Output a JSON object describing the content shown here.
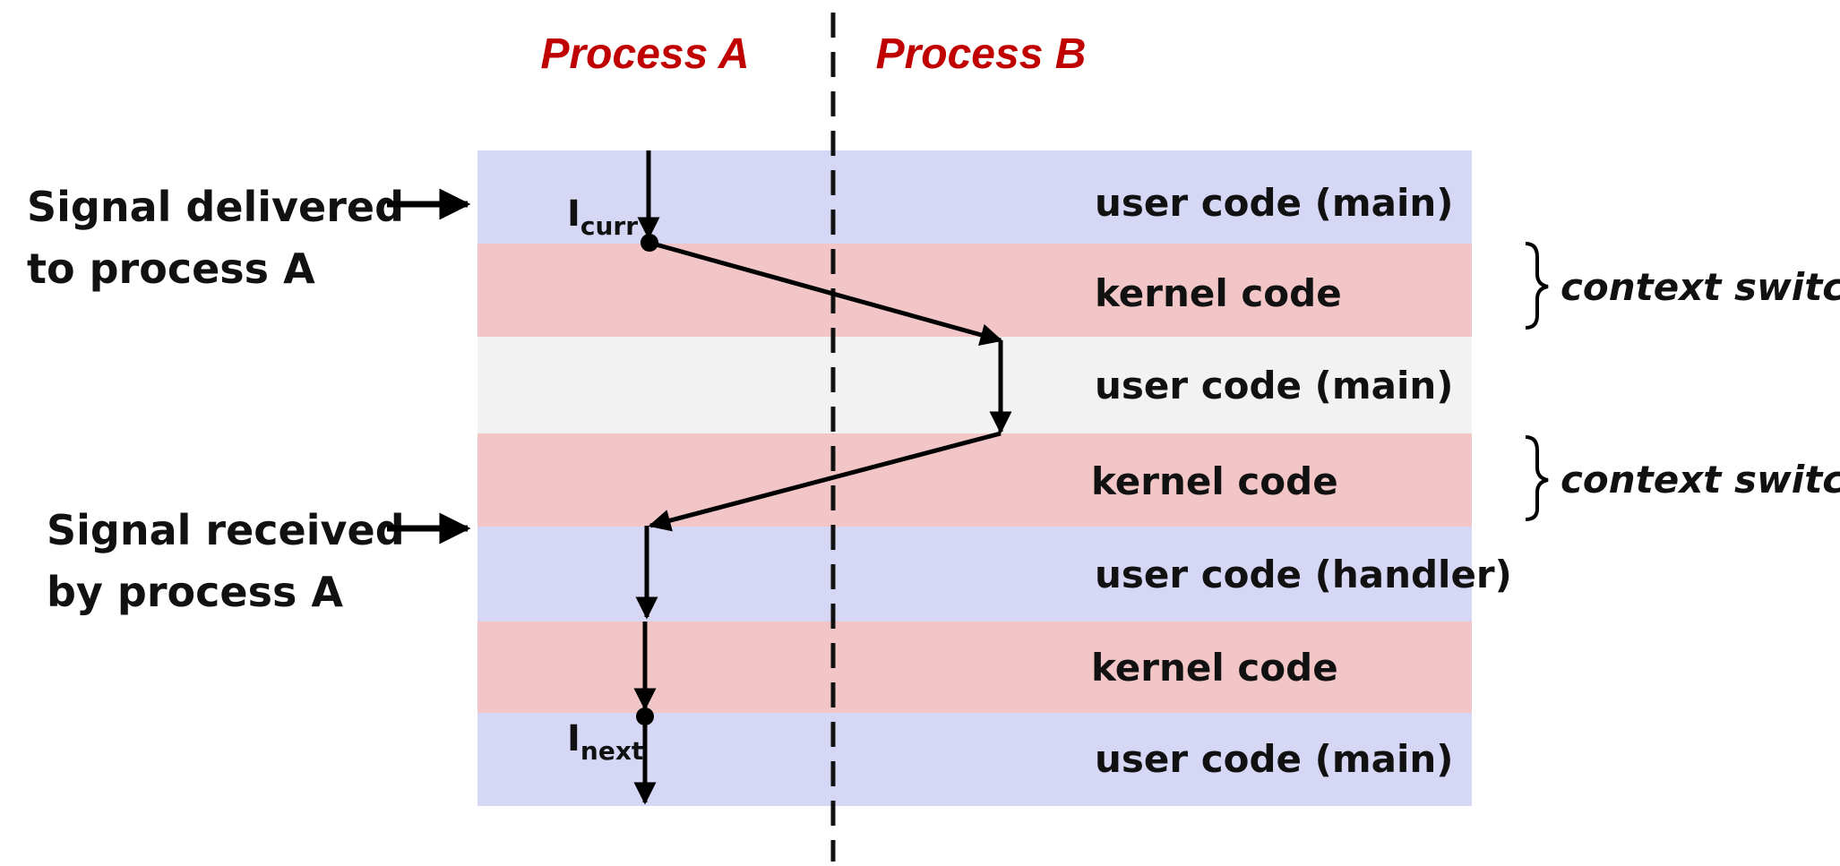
{
  "headers": {
    "process_a": "Process A",
    "process_b": "Process B",
    "color": "#c00000"
  },
  "bands": [
    {
      "label": "user code (main)",
      "kind": "user",
      "color": "#d6d6f5"
    },
    {
      "label": "kernel code",
      "kind": "kernel",
      "color": "#f2c6c6"
    },
    {
      "label": "user code (main)",
      "kind": "other",
      "color": "#f2f2f2"
    },
    {
      "label": "kernel code",
      "kind": "kernel",
      "color": "#f2c6c6"
    },
    {
      "label": "user code (handler)",
      "kind": "user",
      "color": "#d6d6f5"
    },
    {
      "label": "kernel code",
      "kind": "kernel",
      "color": "#f2c6c6"
    },
    {
      "label": "user code (main)",
      "kind": "user",
      "color": "#d6d6f5"
    }
  ],
  "side_labels": {
    "delivered": {
      "line1": "Signal delivered",
      "line2": "to process A"
    },
    "received": {
      "line1": "Signal received",
      "line2": "by process A"
    }
  },
  "context_switch": {
    "label1": "context switch",
    "label2": "context switch"
  },
  "pointers": {
    "curr": {
      "main": "I",
      "sub": "curr"
    },
    "next": {
      "main": "I",
      "sub": "next"
    }
  }
}
